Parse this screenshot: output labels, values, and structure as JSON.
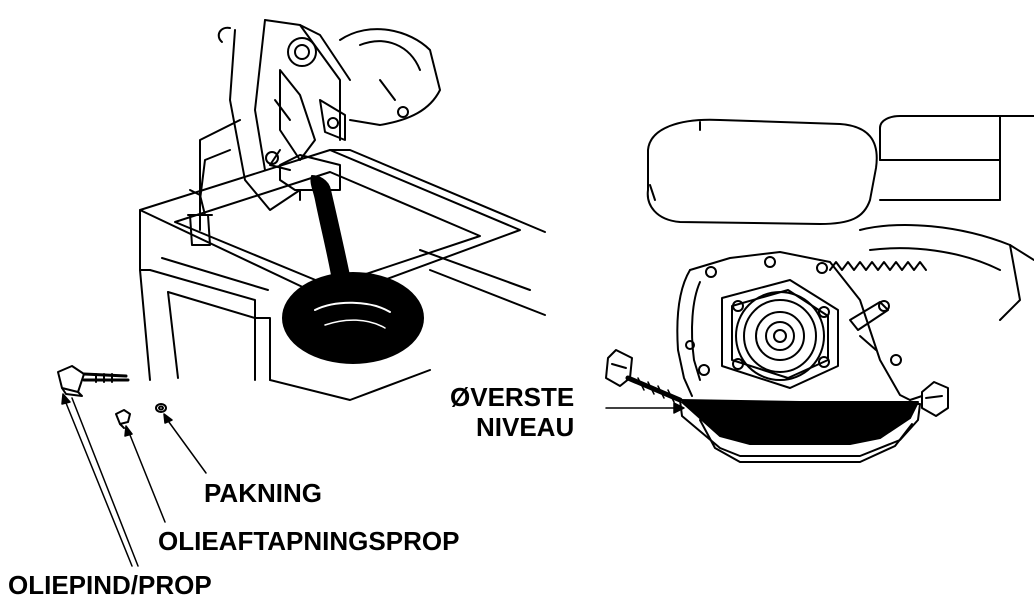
{
  "labels": {
    "pakning": "PAKNING",
    "drain_plug": "OLIEAFTAPNINGSPROP",
    "dipstick": "OLIEPIND/PROP",
    "level_line1": "ØVERSTE",
    "level_line2": "NIVEAU"
  },
  "colors": {
    "ink": "#000000",
    "paper": "#ffffff"
  }
}
